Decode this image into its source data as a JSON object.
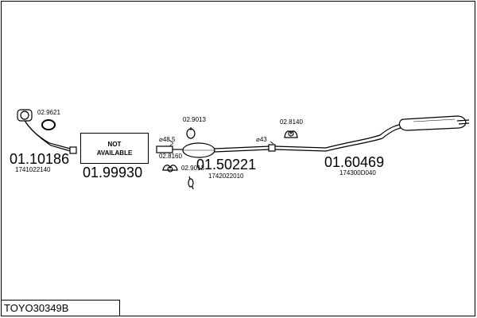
{
  "footer": {
    "reference": "TOYO30349B"
  },
  "na_box": {
    "line1": "NOT",
    "line2": "AVAILABLE"
  },
  "parts": {
    "front_pipe": {
      "number": "01.10186",
      "oem": "1741022140",
      "gasket": "02.9621"
    },
    "catalyst": {
      "number": "01.99930"
    },
    "centre_box": {
      "number": "01.50221",
      "oem": "1742022010",
      "mount_top": "02.9013",
      "mount_left": "02.8160",
      "mount_bottom": "02.9013",
      "diameter": "⌀48,5"
    },
    "rear_box": {
      "number": "01.60469",
      "oem": "174300D040",
      "mount": "02.8140",
      "diameter": "⌀43"
    }
  }
}
